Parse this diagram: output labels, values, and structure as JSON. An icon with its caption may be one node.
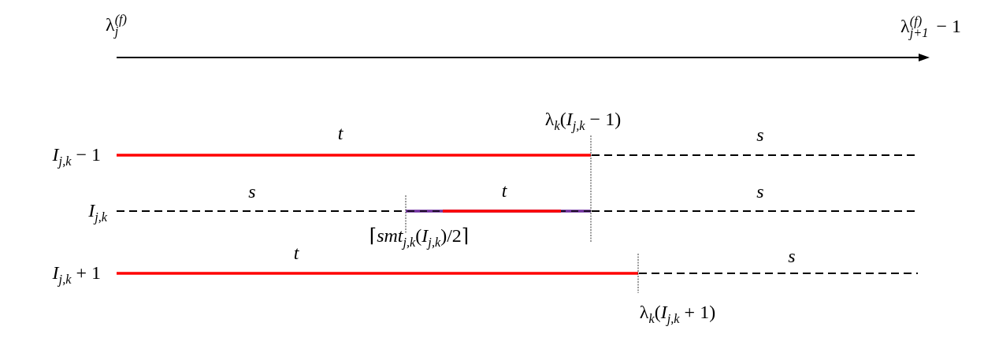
{
  "diagram": {
    "labels": [
      "λ$_{j}$$^{(f)}$",
      "λ$_{j+1}$$^{(f)}$ − 1",
      "λ$_{k}$(*I*$_{j,k}$ − 1)",
      "*I*$_{j,k}$ − 1",
      "t",
      "s",
      "s",
      "t",
      "s",
      "*I*$_{j,k}$",
      "⌈*smt*$_{j,k}$(*I*$_{j,k}$)/2⌉",
      "t",
      "*I*$_{j,k}$ + 1",
      "s",
      "λ$_{k}$(*I*$_{j,k}$ + 1)"
    ]
  }
}
